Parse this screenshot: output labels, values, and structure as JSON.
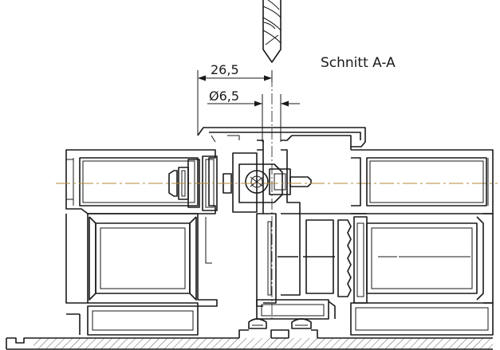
{
  "section_label": "Schnitt A-A",
  "dimensions": {
    "offset": "26,5",
    "diameter": "Ø6,5"
  },
  "colors": {
    "line": "#1a1a1a",
    "centerline": "#b5893a",
    "background": "#ffffff"
  },
  "icons": {
    "drill": "drill-bit-icon"
  }
}
